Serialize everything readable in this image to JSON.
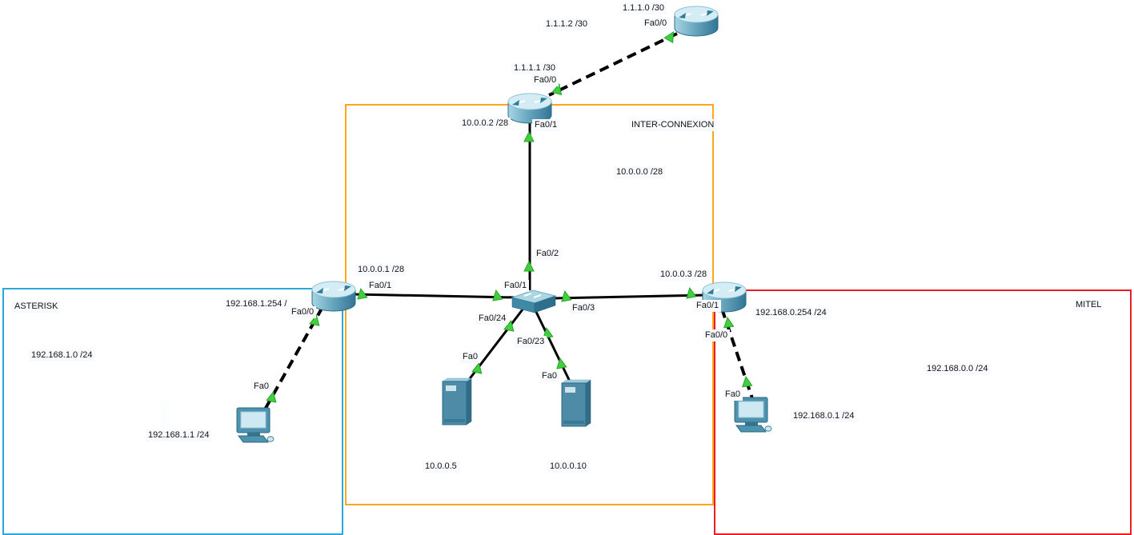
{
  "regions": {
    "asterisk": {
      "label": "ASTERISK",
      "network": "192.168.1.0 /24",
      "border_color": "#2BA9DE"
    },
    "inter_connexion": {
      "label": "INTER-CONNEXION",
      "network": "10.0.0.0 /28",
      "border_color": "#FFA51F"
    },
    "mitel": {
      "label": "MITEL",
      "network": "192.168.0.0 /24",
      "border_color": "#EC1C24"
    }
  },
  "devices": {
    "isp_router": {
      "type": "router",
      "network_label": "1.1.1.0 /30",
      "ip_label": "1.1.1.2 /30",
      "port": "Fa0/0"
    },
    "core_router": {
      "type": "router",
      "wan_ip": "1.1.1.1 /30",
      "wan_port": "Fa0/0",
      "lan_ip": "10.0.0.2 /28",
      "lan_port": "Fa0/1"
    },
    "core_switch": {
      "type": "switch",
      "ports": {
        "fa0_1": "Fa0/1",
        "fa0_2": "Fa0/2",
        "fa0_3": "Fa0/3",
        "fa0_23": "Fa0/23",
        "fa0_24": "Fa0/24"
      }
    },
    "asterisk_router": {
      "type": "router",
      "wan_ip": "10.0.0.1 /28",
      "wan_port": "Fa0/1",
      "lan_ip": "192.168.1.254 /",
      "lan_port": "Fa0/0"
    },
    "mitel_router": {
      "type": "router",
      "wan_ip": "10.0.0.3 /28",
      "wan_port": "Fa0/1",
      "lan_ip": "192.168.0.254 /24",
      "lan_port": "Fa0/0"
    },
    "server_1": {
      "type": "server",
      "ip": "10.0.0.5",
      "port": "Fa0"
    },
    "server_2": {
      "type": "server",
      "ip": "10.0.0.10",
      "port": "Fa0"
    },
    "asterisk_pc": {
      "type": "pc",
      "ip": "192.168.1.1 /24",
      "port": "Fa0"
    },
    "mitel_pc": {
      "type": "pc",
      "ip": "192.168.0.1 /24",
      "port": "Fa0"
    }
  },
  "link_status": {
    "state": "up",
    "color": "#3FCF3F"
  }
}
